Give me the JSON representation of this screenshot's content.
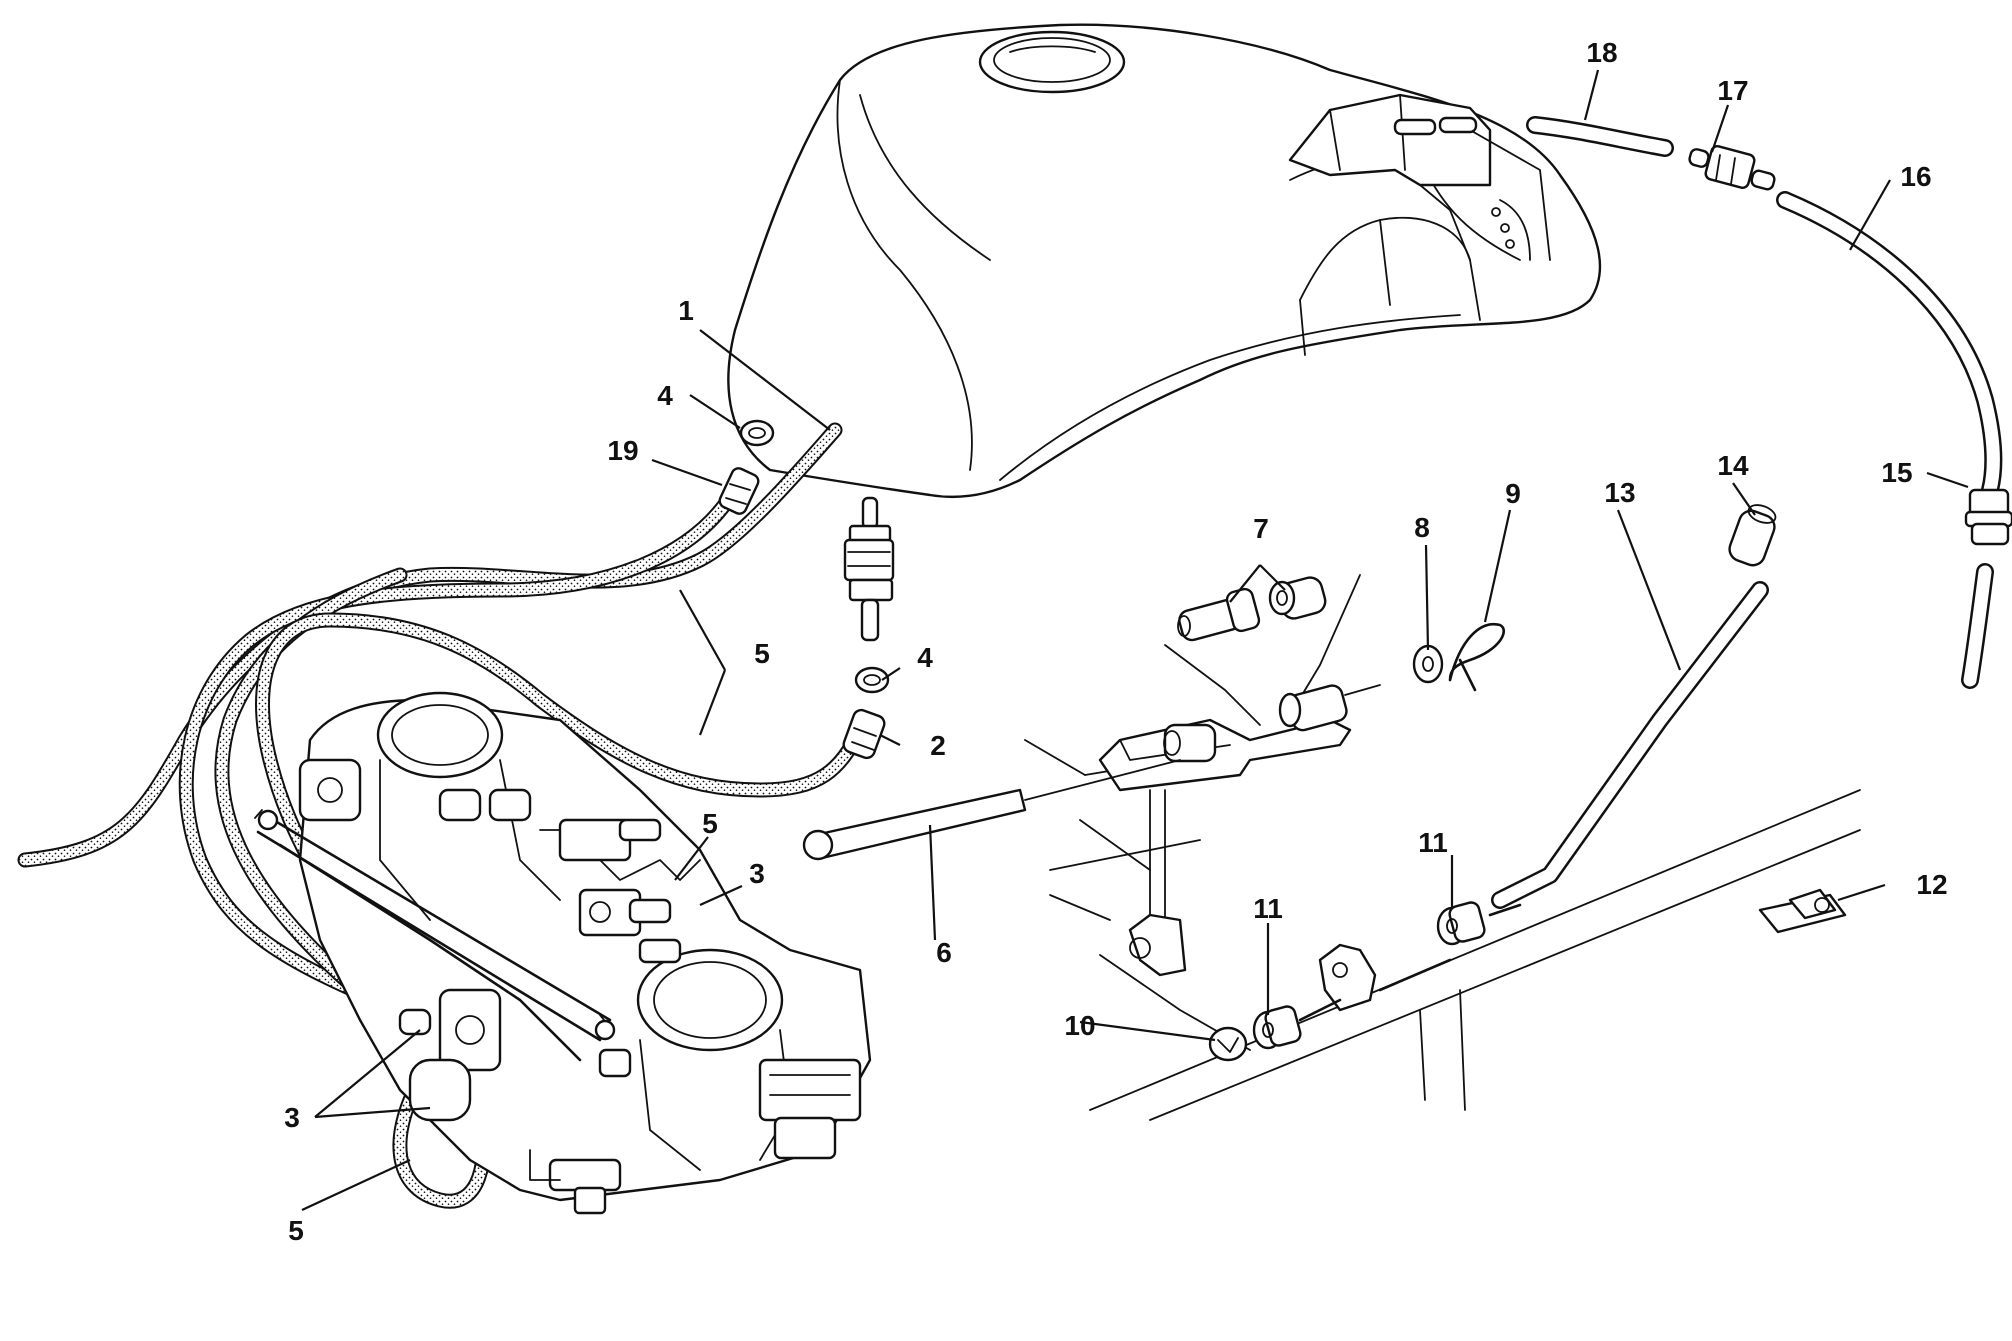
{
  "callouts": [
    {
      "id": "c1",
      "text": "1"
    },
    {
      "id": "c2",
      "text": "2"
    },
    {
      "id": "c3a",
      "text": "3"
    },
    {
      "id": "c3b",
      "text": "3"
    },
    {
      "id": "c4a",
      "text": "4"
    },
    {
      "id": "c4b",
      "text": "4"
    },
    {
      "id": "c5a",
      "text": "5"
    },
    {
      "id": "c5b",
      "text": "5"
    },
    {
      "id": "c5c",
      "text": "5"
    },
    {
      "id": "c6",
      "text": "6"
    },
    {
      "id": "c7",
      "text": "7"
    },
    {
      "id": "c8",
      "text": "8"
    },
    {
      "id": "c9",
      "text": "9"
    },
    {
      "id": "c10",
      "text": "10"
    },
    {
      "id": "c11a",
      "text": "11"
    },
    {
      "id": "c11b",
      "text": "11"
    },
    {
      "id": "c12",
      "text": "12"
    },
    {
      "id": "c13",
      "text": "13"
    },
    {
      "id": "c14",
      "text": "14"
    },
    {
      "id": "c15",
      "text": "15"
    },
    {
      "id": "c16",
      "text": "16"
    },
    {
      "id": "c17",
      "text": "17"
    },
    {
      "id": "c18",
      "text": "18"
    },
    {
      "id": "c19",
      "text": "19"
    }
  ]
}
